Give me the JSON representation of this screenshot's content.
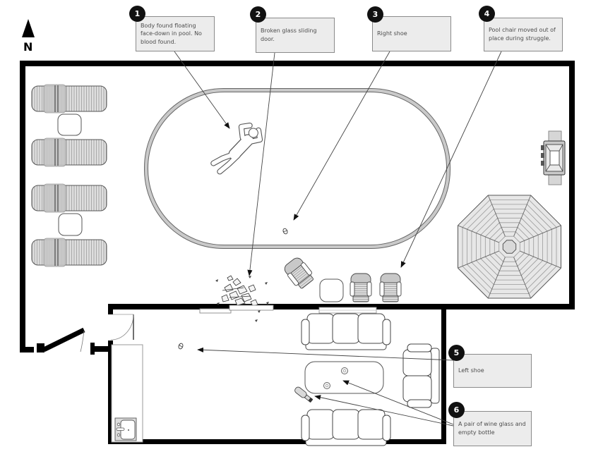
{
  "compass": {
    "label": "N"
  },
  "callouts": [
    {
      "number": "1",
      "text": "Body found floating face-down in pool. No blood found."
    },
    {
      "number": "2",
      "text": "Broken glass sliding door."
    },
    {
      "number": "3",
      "text": "Right shoe"
    },
    {
      "number": "4",
      "text": "Pool chair moved out of place during struggle."
    },
    {
      "number": "5",
      "text": "Left shoe"
    },
    {
      "number": "6",
      "text": "A pair of wine glass and empty bottle"
    }
  ],
  "colors": {
    "wall": "#000000",
    "callout_circle": "#111111",
    "callout_box_bg": "#ececec",
    "callout_box_border": "#8a8a8a",
    "callout_text": "#4d4d4d",
    "furniture_gray": "#d9d9d9",
    "pool_border_band": "#c9c9c9",
    "leader_line": "#444444"
  },
  "icons": {
    "north-arrow-icon": "solid black triangle pointing up",
    "callout-marker": "numbered black circle",
    "arrowhead-icon": "filled triangle leader-line arrow",
    "body-outline-icon": "person outline lying face-down",
    "shoe-icon": "small shoe print oval"
  }
}
